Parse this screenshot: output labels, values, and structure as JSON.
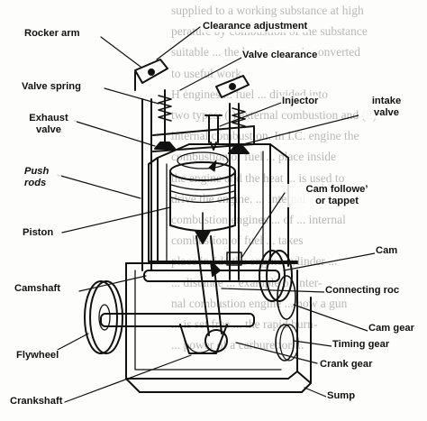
{
  "background_text": [
    "supplied to a working substance at high",
    "perature by combustion of the substance",
    "suitable ... the heat energy is converted",
    "to useful work.",
    "H engines ... fuel ... divided into",
    "two types: (i) external combustion and (ii)",
    "internal combustion. In I.C. engine the",
    "combustion of fuel ... place inside",
    "the engine and the heat ... is used to",
    "drive the engine. ... Internal",
    "combustion engines ... of ... internal",
    "combustion of fuel ... takes",
    "place inside the engine cylinder ...",
    "... distance ... example of inter-",
    "nal combustion engine ... now a gun",
    "... is set free ... the rapid burn-",
    "... power of a carburettor ..."
  ],
  "labels": {
    "rocker_arm": "Rocker arm",
    "clearance_adjustment": "Clearance adjustment",
    "valve_clearance": "Valve clearance",
    "valve_spring": "Valve spring",
    "injector": "Injector",
    "intake_valve": "intake\nvalve",
    "exhaust_valve": "Exhaust\nvalve",
    "push_rods": "Push\nrods",
    "cam_follower": "Cam followe’\nor tappet",
    "piston": "Piston",
    "cam": "Cam",
    "camshaft": "Camshaft",
    "connecting_rod": "Connecting roc",
    "cam_gear": "Cam gear",
    "flywheel": "Flywheel",
    "timing_gear": "Timing gear",
    "crank_gear": "Crank gear",
    "crankshaft": "Crankshaft",
    "sump": "Sump"
  },
  "colors": {
    "ink": "#111111",
    "paper": "#fdfdfb",
    "faint_text": "#b9b9b9"
  }
}
